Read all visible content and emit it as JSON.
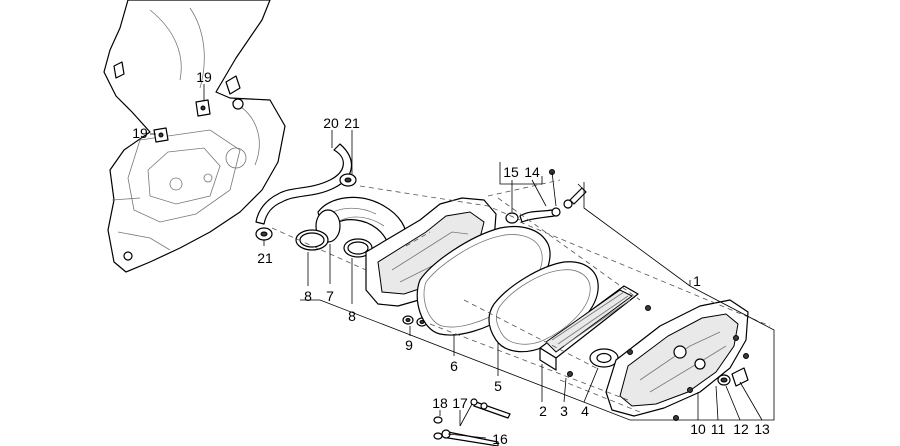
{
  "callouts": [
    {
      "id": "c19a",
      "label": "19"
    },
    {
      "id": "c19b",
      "label": "19"
    },
    {
      "id": "c20",
      "label": "20"
    },
    {
      "id": "c21a",
      "label": "21"
    },
    {
      "id": "c21b",
      "label": "21"
    },
    {
      "id": "c15",
      "label": "15"
    },
    {
      "id": "c14",
      "label": "14"
    },
    {
      "id": "c1",
      "label": "1"
    },
    {
      "id": "c8a",
      "label": "8"
    },
    {
      "id": "c7",
      "label": "7"
    },
    {
      "id": "c8b",
      "label": "8"
    },
    {
      "id": "c9",
      "label": "9"
    },
    {
      "id": "c6",
      "label": "6"
    },
    {
      "id": "c5",
      "label": "5"
    },
    {
      "id": "c2",
      "label": "2"
    },
    {
      "id": "c3",
      "label": "3"
    },
    {
      "id": "c4",
      "label": "4"
    },
    {
      "id": "c18",
      "label": "18"
    },
    {
      "id": "c17",
      "label": "17"
    },
    {
      "id": "c16",
      "label": "16"
    },
    {
      "id": "c10",
      "label": "10"
    },
    {
      "id": "c11",
      "label": "11"
    },
    {
      "id": "c12",
      "label": "12"
    },
    {
      "id": "c13",
      "label": "13"
    }
  ]
}
